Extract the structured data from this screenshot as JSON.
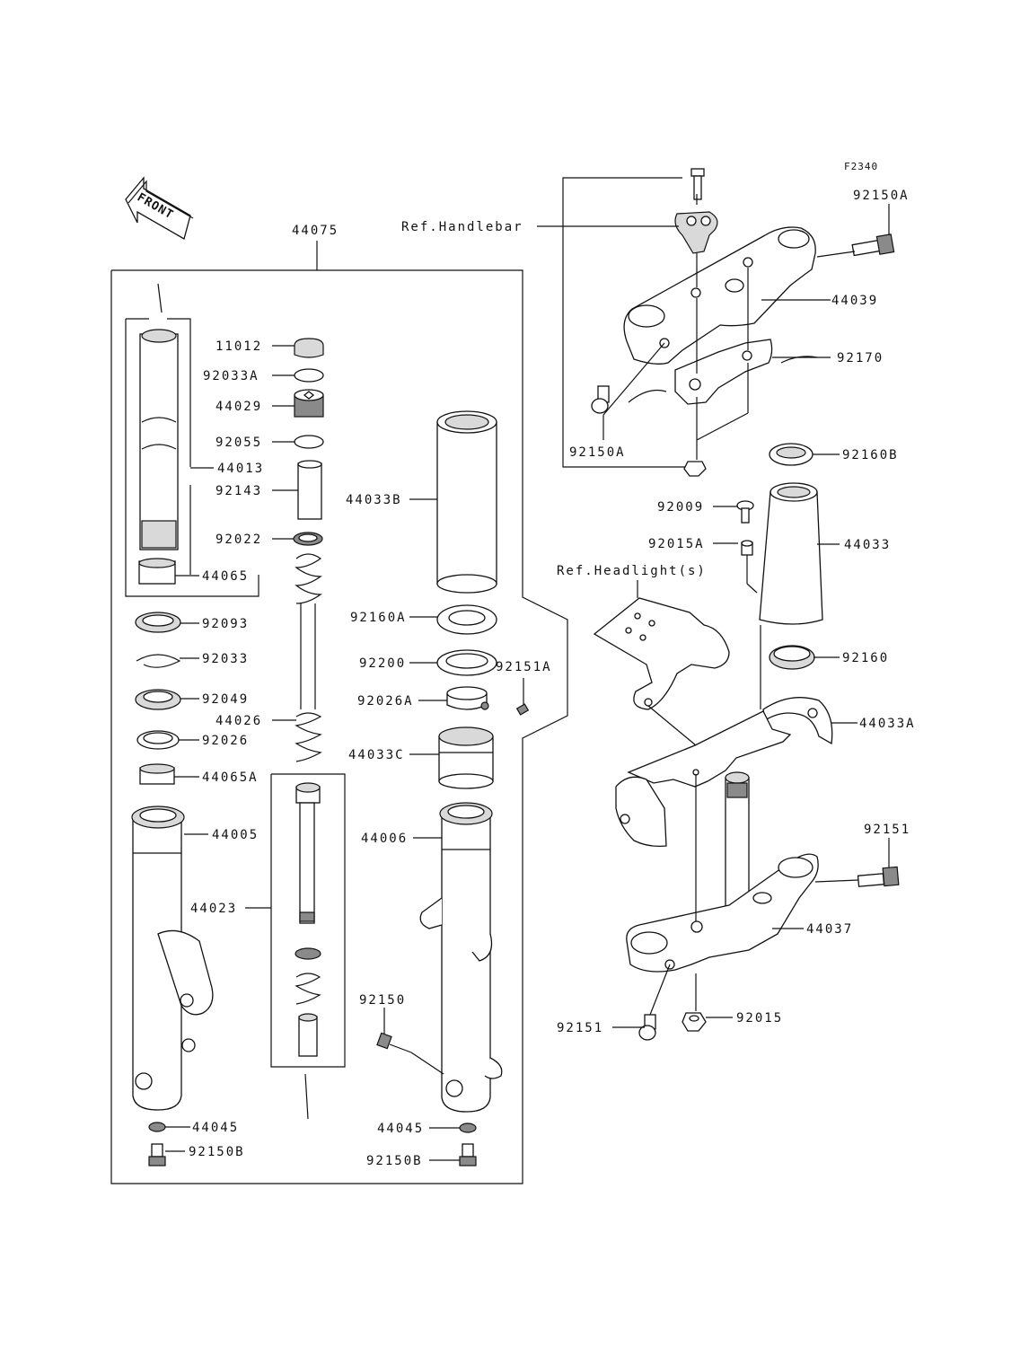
{
  "figure_code": "F2340",
  "front_arrow_label": "FRONT",
  "assembly_label": "44075",
  "refs": {
    "handlebar": "Ref.Handlebar",
    "headlight": "Ref.Headlight(s)"
  },
  "parts": {
    "p11012": "11012",
    "p92033A": "92033A",
    "p44029": "44029",
    "p92055": "92055",
    "p44013": "44013",
    "p92143": "92143",
    "p92022": "92022",
    "p44065": "44065",
    "p92093": "92093",
    "p92033": "92033",
    "p92049": "92049",
    "p44026": "44026",
    "p92026": "92026",
    "p44065A": "44065A",
    "p44005": "44005",
    "p44023": "44023",
    "p44045_left": "44045",
    "p92150B_left": "92150B",
    "p44033B": "44033B",
    "p92160A": "92160A",
    "p92200": "92200",
    "p92151A": "92151A",
    "p92026A": "92026A",
    "p44033C": "44033C",
    "p44006": "44006",
    "p92150": "92150",
    "p44045_right": "44045",
    "p92150B_right": "92150B",
    "p92150A_top": "92150A",
    "p44039": "44039",
    "p92170": "92170",
    "p92150A_bottom": "92150A",
    "p92160B": "92160B",
    "p92009": "92009",
    "p92015A": "92015A",
    "p44033": "44033",
    "p92160": "92160",
    "p44033A": "44033A",
    "p92151_top": "92151",
    "p44037": "44037",
    "p92151_bottom": "92151",
    "p92015": "92015"
  }
}
